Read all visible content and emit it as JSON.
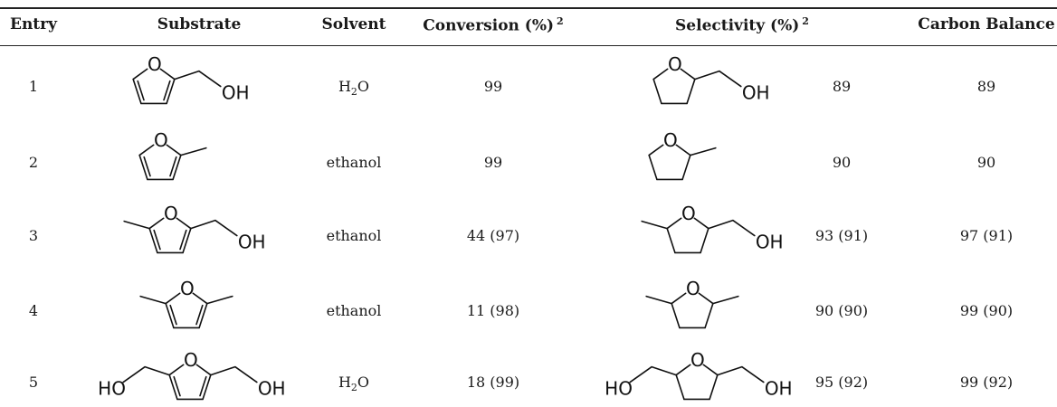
{
  "headers": {
    "entry": "Entry",
    "substrate": "Substrate",
    "solvent": "Solvent",
    "conversion": "Conversion (%)",
    "conversion_note": "2",
    "selectivity": "Selectivity (%)",
    "selectivity_note": "2",
    "carbon_balance": "Carbon Balance"
  },
  "atoms": {
    "oxygen": "O",
    "hydroxyl_right": "OH",
    "hydroxyl_left": "HO"
  },
  "solvent_parts": {
    "water_main": "H",
    "water_sub": "2",
    "water_end": "O"
  },
  "rows": [
    {
      "entry": "1",
      "solvent": "water",
      "conversion": "99",
      "selectivity": "89",
      "carbon_balance": "89"
    },
    {
      "entry": "2",
      "solvent": "ethanol",
      "conversion": "99",
      "selectivity": "90",
      "carbon_balance": "90"
    },
    {
      "entry": "3",
      "solvent": "ethanol",
      "conversion": "44 (97)",
      "selectivity": "93 (91)",
      "carbon_balance": "97 (91)"
    },
    {
      "entry": "4",
      "solvent": "ethanol",
      "conversion": "11 (98)",
      "selectivity": "90 (90)",
      "carbon_balance": "99 (90)"
    },
    {
      "entry": "5",
      "solvent": "water",
      "conversion": "18 (99)",
      "selectivity": "95 (92)",
      "carbon_balance": "99 (92)"
    }
  ]
}
